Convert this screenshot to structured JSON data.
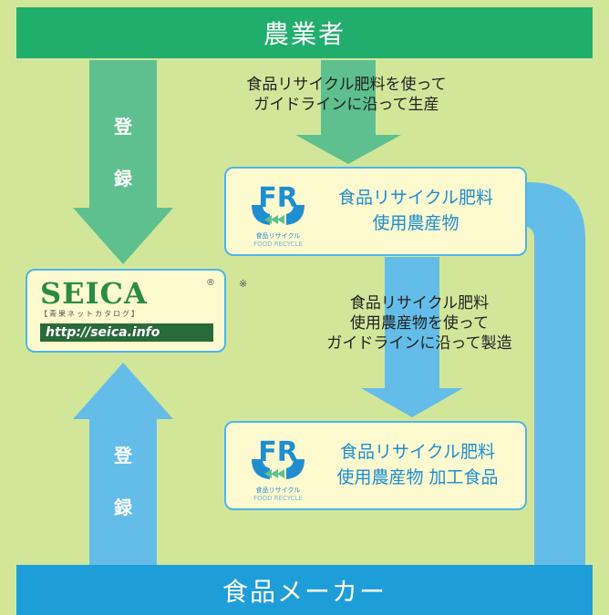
{
  "top_bar": {
    "label": "農業者"
  },
  "bottom_bar": {
    "label": "食品メーカー"
  },
  "arrow_label_1": {
    "lines": [
      "食品リサイクル肥料を使って",
      "ガイドラインに沿って生産"
    ]
  },
  "arrow_label_2": {
    "lines": [
      "食品リサイクル肥料",
      "使用農産物を使って",
      "ガイドラインに沿って製造"
    ]
  },
  "register_top": {
    "chars": [
      "登",
      "録"
    ]
  },
  "register_bottom": {
    "chars": [
      "登",
      "録"
    ]
  },
  "product_1": {
    "lines": [
      "食品リサイクル肥料",
      "使用農産物"
    ]
  },
  "product_2": {
    "lines": [
      "食品リサイクル肥料",
      "使用農産物 加工食品"
    ]
  },
  "fr_mark": {
    "letters": "FR",
    "caption_jp": "食品リサイクル",
    "caption_en": "FOOD RECYCLE"
  },
  "seica": {
    "logo": "SEICA",
    "registered": "®",
    "note": "※",
    "subtitle": "【青果ネットカタログ】",
    "url": "http://seica.info"
  },
  "colors": {
    "background": "#d2e69a",
    "green_bar": "#21ae6c",
    "blue_bar": "#1e9ed8",
    "green_arrow": "#5ec08e",
    "blue_arrow": "#63bde8",
    "box_fill": "#fefad0",
    "accent_text": "#1e8ed0"
  }
}
